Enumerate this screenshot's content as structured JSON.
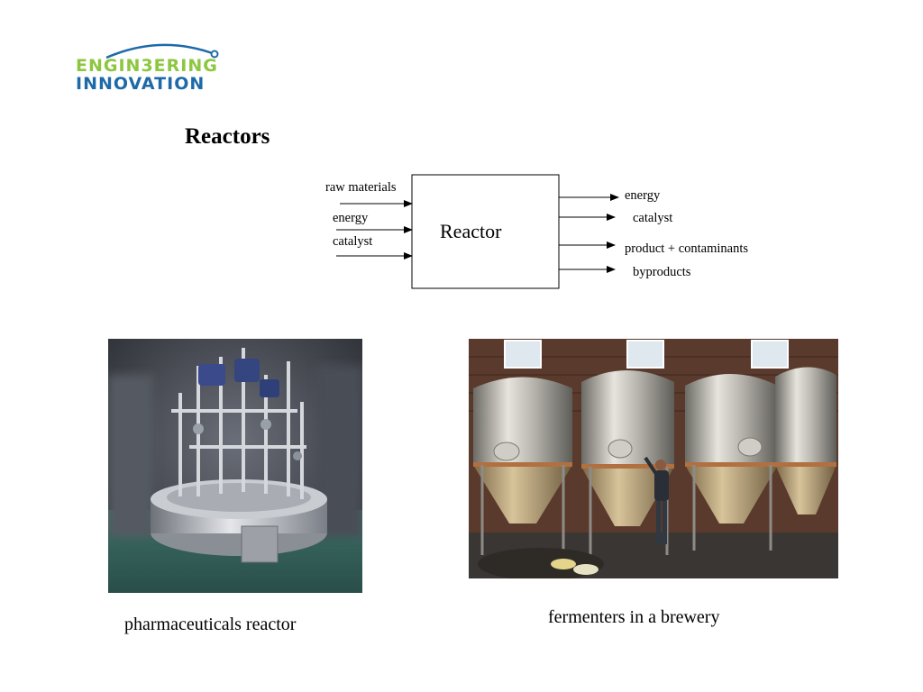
{
  "logo": {
    "line1": "ENGIN3ERING",
    "line2": "INNOVATION"
  },
  "title": "Reactors",
  "diagram": {
    "box_label": "Reactor",
    "inputs": [
      "raw materials",
      "energy",
      "catalyst"
    ],
    "outputs": [
      "energy",
      "catalyst",
      "product + contaminants",
      "byproducts"
    ]
  },
  "photos": {
    "pharma_caption": "pharmaceuticals reactor",
    "brewery_caption": "fermenters in a brewery"
  },
  "colors": {
    "logo_green": "#8dc63f",
    "logo_blue": "#1e6aa8"
  }
}
